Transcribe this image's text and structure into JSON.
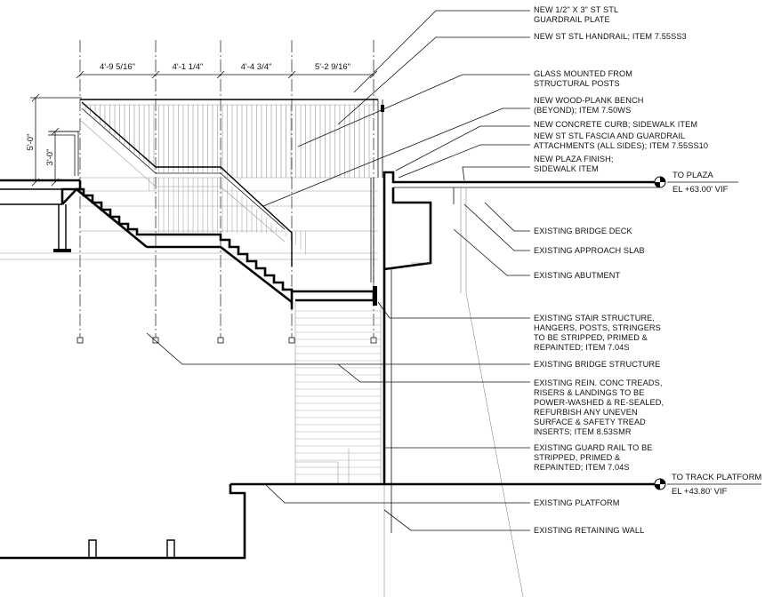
{
  "dimensions": {
    "top": [
      "4'-9 5/16\"",
      "4'-1 1/4\"",
      "4'-4 3/4\"",
      "5'-2 9/16\""
    ],
    "left": [
      "5'-0\"",
      "3'-0\""
    ]
  },
  "elevations": {
    "plaza": {
      "label": "TO PLAZA",
      "value": "EL +63.00' VIF"
    },
    "track": {
      "label": "TO TRACK PLATFORM",
      "value": "EL +43.80' VIF"
    }
  },
  "notes": [
    {
      "lines": [
        "NEW 1/2\" X 3\" ST STL",
        "GUARDRAIL PLATE"
      ]
    },
    {
      "lines": [
        "NEW ST STL HANDRAIL; ITEM 7.55SS3"
      ]
    },
    {
      "lines": [
        "GLASS MOUNTED FROM",
        "STRUCTURAL POSTS"
      ]
    },
    {
      "lines": [
        "NEW WOOD-PLANK BENCH",
        "(BEYOND); ITEM 7.50WS"
      ]
    },
    {
      "lines": [
        "NEW CONCRETE CURB; SIDEWALK ITEM"
      ]
    },
    {
      "lines": [
        "NEW ST STL FASCIA AND GUARDRAIL",
        "ATTACHMENTS (ALL SIDES); ITEM 7.55SS10"
      ]
    },
    {
      "lines": [
        "NEW PLAZA FINISH;",
        "SIDEWALK ITEM"
      ]
    },
    {
      "lines": [
        "EXISTING BRIDGE DECK"
      ]
    },
    {
      "lines": [
        "EXISTING APPROACH SLAB"
      ]
    },
    {
      "lines": [
        "EXISTING ABUTMENT"
      ]
    },
    {
      "lines": [
        "EXISTING STAIR STRUCTURE,",
        "HANGERS, POSTS, STRINGERS",
        "TO BE STRIPPED, PRIMED &",
        "REPAINTED; ITEM 7.04S"
      ]
    },
    {
      "lines": [
        "EXISTING BRIDGE STRUCTURE"
      ]
    },
    {
      "lines": [
        "EXISTING REIN. CONC TREADS,",
        "RISERS & LANDINGS TO BE",
        "POWER-WASHED & RE-SEALED,",
        "REFURBISH ANY UNEVEN",
        "SURFACE & SAFETY TREAD",
        "INSERTS; ITEM 8.53SMR"
      ]
    },
    {
      "lines": [
        "EXISTING GUARD RAIL TO BE",
        "STRIPPED, PRIMED &",
        "REPAINTED; ITEM 7.04S"
      ]
    },
    {
      "lines": [
        "EXISTING PLATFORM"
      ]
    },
    {
      "lines": [
        "EXISTING RETAINING WALL"
      ]
    }
  ]
}
